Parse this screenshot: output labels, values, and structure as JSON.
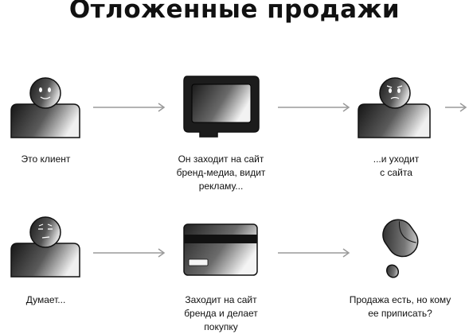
{
  "title": "Отложенные продажи",
  "colors": {
    "ink": "#111111",
    "arrow": "#9a9a9a",
    "gradient_dark": "#1a1a1a",
    "gradient_light": "#f2f2f2"
  },
  "steps": [
    {
      "icon": "person-neutral-icon",
      "caption": "Это клиент"
    },
    {
      "icon": "monitor-icon",
      "caption": "Он заходит на сайт\nбренд-медиа, видит\nрекламу..."
    },
    {
      "icon": "person-upset-icon",
      "caption": "...и уходит\nс сайта"
    },
    {
      "icon": "person-thinking-icon",
      "caption": "Думает..."
    },
    {
      "icon": "credit-card-icon",
      "caption": "Заходит на сайт\nбренда и делает\nпокупку"
    },
    {
      "icon": "question-mark-icon",
      "caption": "Продажа есть, но кому\nее приписать?"
    }
  ]
}
